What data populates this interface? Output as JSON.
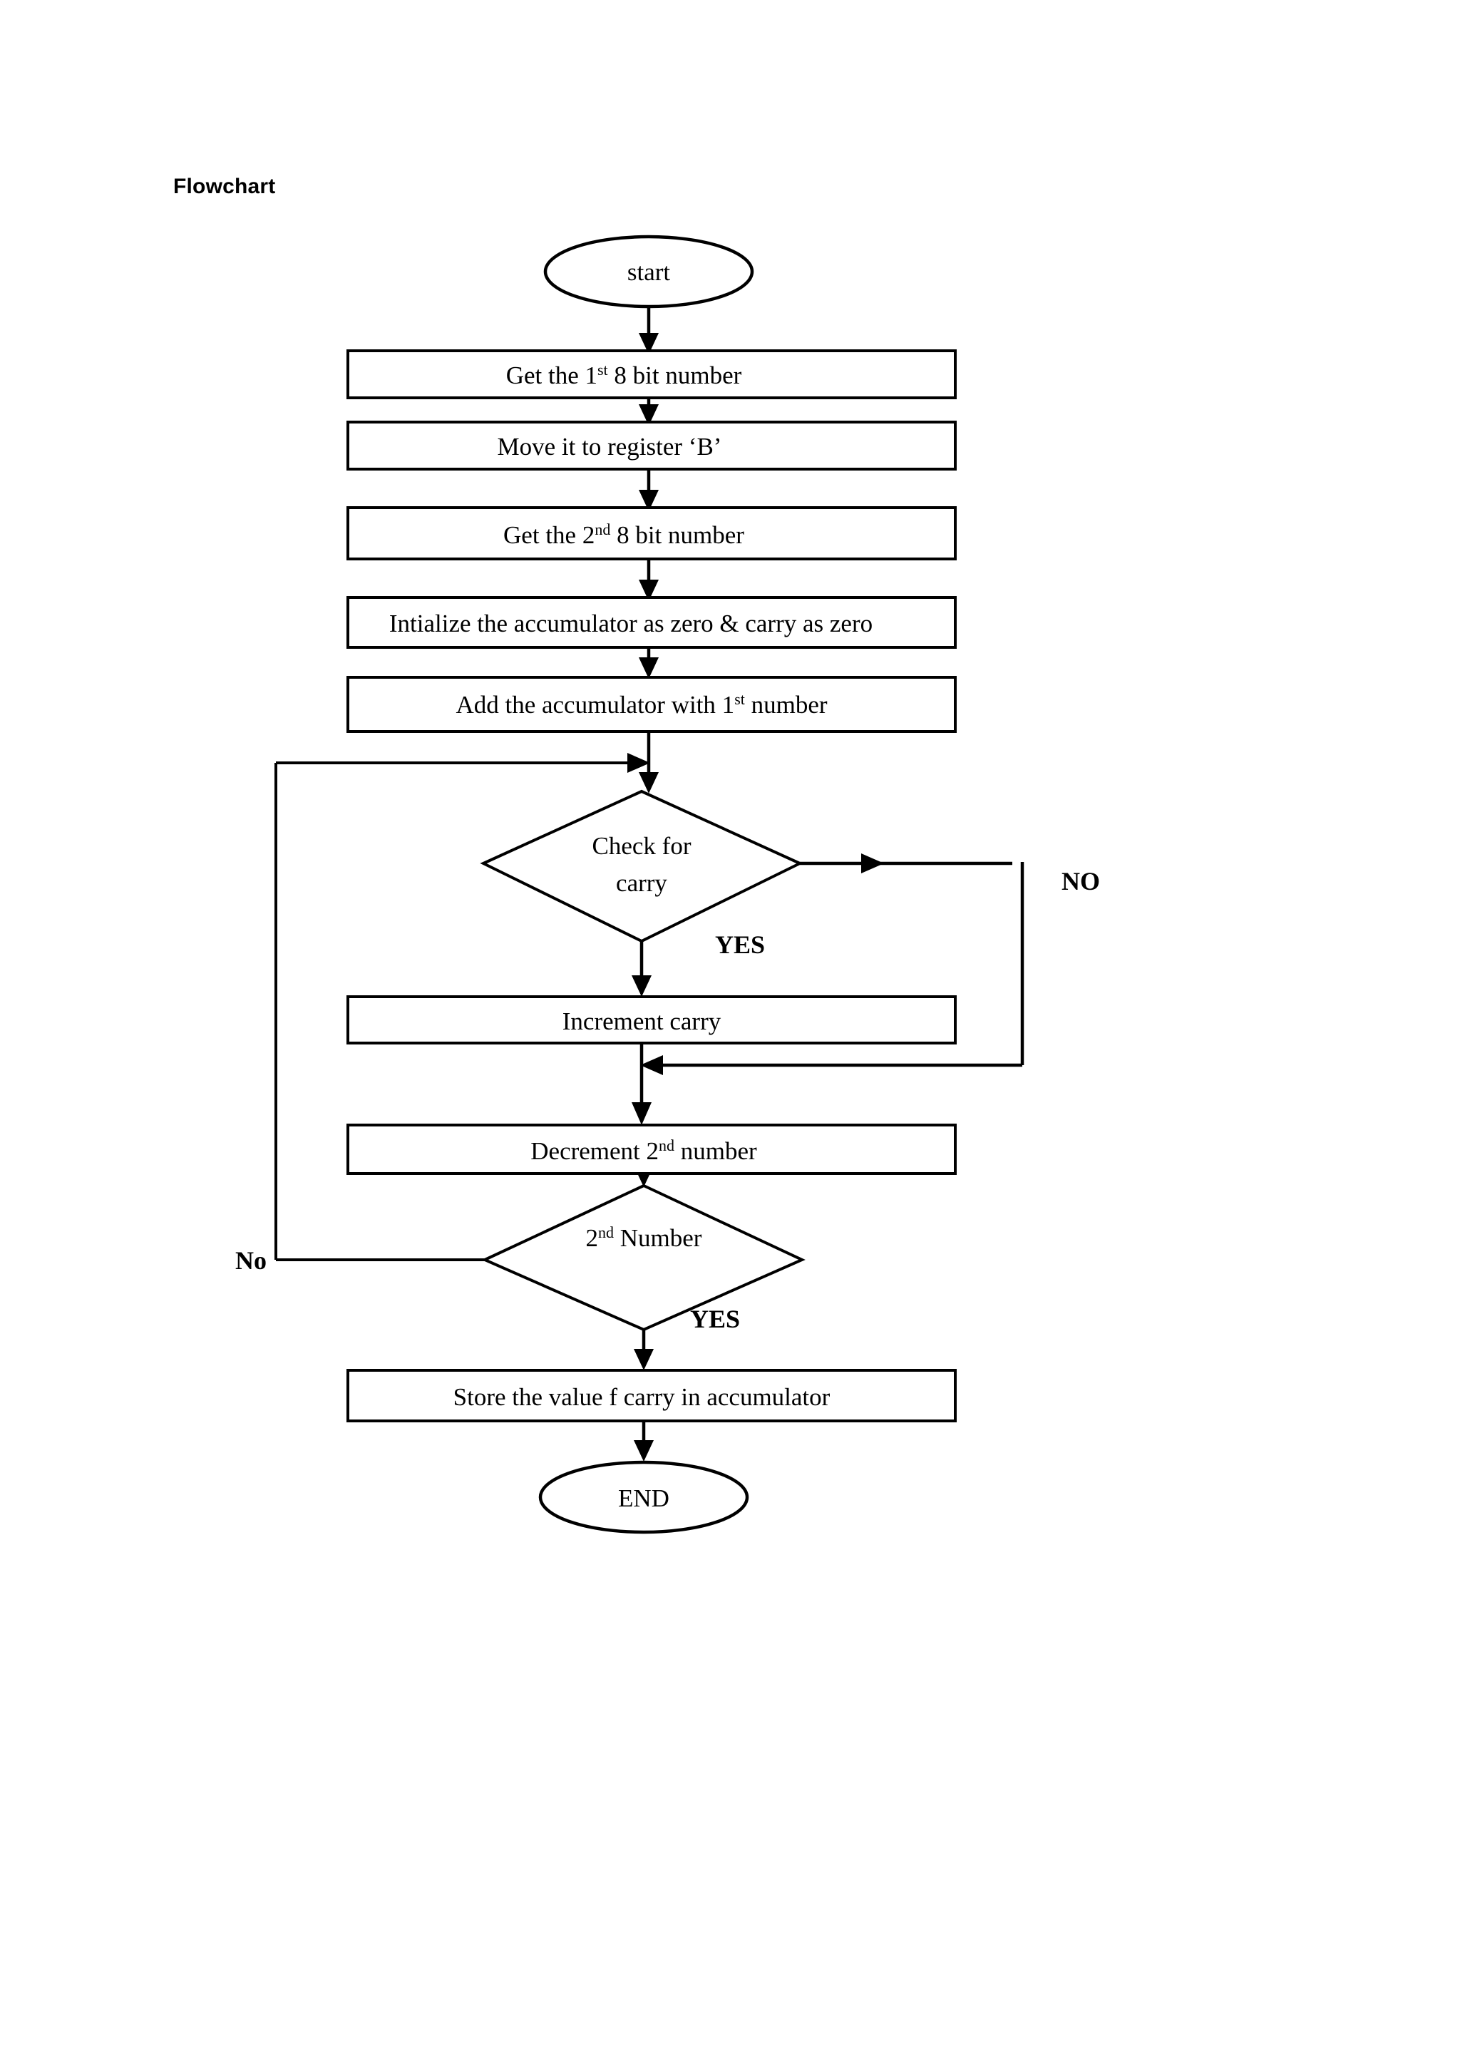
{
  "document": {
    "heading": "Flowchart"
  },
  "chart_data": {
    "type": "diagram",
    "diagram_kind": "flowchart",
    "title": "Flowchart",
    "description": "8085 program flowchart for adding two 8-bit numbers with carry handling",
    "nodes": [
      {
        "id": "start",
        "shape": "terminator",
        "label": "start",
        "label_parts": [
          {
            "text": "start"
          }
        ]
      },
      {
        "id": "get1",
        "shape": "process",
        "label": "Get the 1st 8 bit number",
        "label_parts": [
          {
            "text": "Get the 1"
          },
          {
            "text": "st",
            "sup": true
          },
          {
            "text": " 8 bit number"
          }
        ]
      },
      {
        "id": "moveb",
        "shape": "process",
        "label": "Move it to register ‘B’",
        "label_parts": [
          {
            "text": "Move it to register ‘B’"
          }
        ]
      },
      {
        "id": "get2",
        "shape": "process",
        "label": "Get the 2nd 8 bit number",
        "label_parts": [
          {
            "text": "Get the 2"
          },
          {
            "text": "nd",
            "sup": true
          },
          {
            "text": " 8 bit number"
          }
        ]
      },
      {
        "id": "init",
        "shape": "process",
        "label": "Intialize the accumulator as zero & carry as zero",
        "label_parts": [
          {
            "text": "Intialize the accumulator as zero & carry as zero"
          }
        ]
      },
      {
        "id": "add",
        "shape": "process",
        "label": "Add the accumulator with 1st number",
        "label_parts": [
          {
            "text": "Add the accumulator with 1"
          },
          {
            "text": "st",
            "sup": true
          },
          {
            "text": " number"
          }
        ]
      },
      {
        "id": "checkcarry",
        "shape": "decision",
        "label": "Check for carry",
        "label_lines": [
          "Check for",
          "carry"
        ]
      },
      {
        "id": "inccarry",
        "shape": "process",
        "label": "Increment carry",
        "label_parts": [
          {
            "text": "Increment carry"
          }
        ]
      },
      {
        "id": "dec2",
        "shape": "process",
        "label": "Decrement 2nd number",
        "label_parts": [
          {
            "text": "Decrement 2"
          },
          {
            "text": "nd",
            "sup": true
          },
          {
            "text": " number"
          }
        ]
      },
      {
        "id": "num2zero",
        "shape": "decision",
        "label": "2nd Number",
        "label_parts": [
          {
            "text": "2"
          },
          {
            "text": "nd",
            "sup": true
          },
          {
            "text": " Number"
          }
        ]
      },
      {
        "id": "store",
        "shape": "process",
        "label": "Store the value f carry in accumulator",
        "label_parts": [
          {
            "text": "Store the value f carry in accumulator"
          }
        ]
      },
      {
        "id": "end",
        "shape": "terminator",
        "label": "END",
        "label_parts": [
          {
            "text": "END"
          }
        ]
      }
    ],
    "edges": [
      {
        "from": "start",
        "to": "get1",
        "label": ""
      },
      {
        "from": "get1",
        "to": "moveb",
        "label": ""
      },
      {
        "from": "moveb",
        "to": "get2",
        "label": ""
      },
      {
        "from": "get2",
        "to": "init",
        "label": ""
      },
      {
        "from": "init",
        "to": "add",
        "label": ""
      },
      {
        "from": "add",
        "to": "checkcarry",
        "label": ""
      },
      {
        "from": "checkcarry",
        "to": "inccarry",
        "label": "YES"
      },
      {
        "from": "checkcarry",
        "to": "dec2",
        "label": "NO"
      },
      {
        "from": "inccarry",
        "to": "dec2",
        "label": ""
      },
      {
        "from": "dec2",
        "to": "num2zero",
        "label": ""
      },
      {
        "from": "num2zero",
        "to": "add",
        "label": "No"
      },
      {
        "from": "num2zero",
        "to": "store",
        "label": "YES"
      },
      {
        "from": "store",
        "to": "end",
        "label": ""
      }
    ],
    "edge_labels": {
      "carry_no": "NO",
      "carry_yes": "YES",
      "num2_no": "No",
      "num2_yes": "YES"
    },
    "colors": {
      "stroke": "#000000",
      "fill": "#ffffff",
      "background": "#ffffff",
      "text": "#000000"
    }
  }
}
